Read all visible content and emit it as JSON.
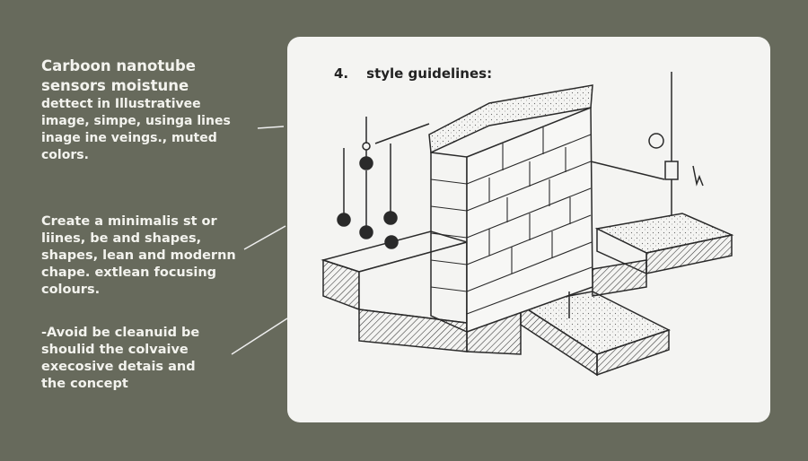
{
  "notes": {
    "first_heading": [
      "Carboon nanotube",
      "sensors moistune"
    ],
    "first_body": [
      "dettect in Illustrativee",
      "image, simpe, usinga  lines",
      "inage ine veings., muted",
      "colors."
    ],
    "second": "Create a minimalis st or\nliines, be and shapes,\nshapes, lean and modernn\nchape. extlean focusing\ncolours.",
    "third": "-Avoid be cleanuid be\nshoulid the colvaive\nexecosive detais and\nthe concept"
  },
  "card": {
    "number": "4.",
    "title": "style guidelines:"
  },
  "colors": {
    "background": "#676a5c",
    "card": "#f4f4f2",
    "ink": "#2a2a2a"
  }
}
